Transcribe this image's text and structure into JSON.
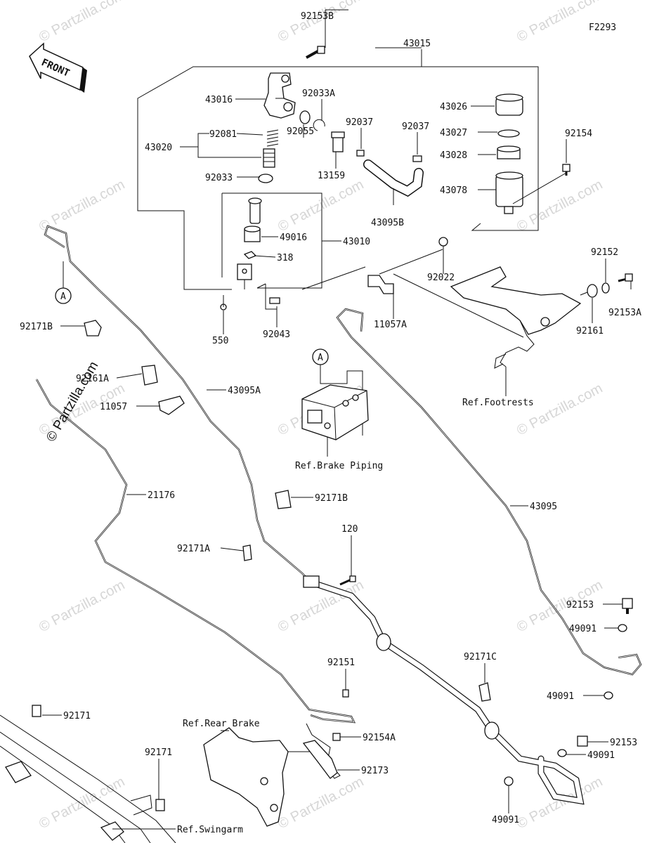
{
  "diagram": {
    "figure_code": "F2293",
    "front_label": "FRONT",
    "copyright": "© Partzilla.com",
    "watermark": "© Partzilla.com",
    "callout_a": "A",
    "labels": {
      "p92153B": "92153B",
      "p43015": "43015",
      "p43016": "43016",
      "p92033A": "92033A",
      "p43026": "43026",
      "p92037a": "92037",
      "p92037b": "92037",
      "p43027": "43027",
      "p43020": "43020",
      "p92081": "92081",
      "p92055": "92055",
      "p43028": "43028",
      "p92154": "92154",
      "p92033": "92033",
      "p13159": "13159",
      "p43078": "43078",
      "p43095B": "43095B",
      "p49016": "49016",
      "p43010": "43010",
      "p318": "318",
      "p92152": "92152",
      "p92022": "92022",
      "p92153A": "92153A",
      "p92161": "92161",
      "p11057A": "11057A",
      "p550": "550",
      "p92043": "92043",
      "p92171B_a": "92171B",
      "p92161A": "92161A",
      "p43095A": "43095A",
      "p11057": "11057",
      "ref_footrests": "Ref.Footrests",
      "ref_brake_piping": "Ref.Brake Piping",
      "p21176": "21176",
      "p92171B_b": "92171B",
      "p43095": "43095",
      "p120": "120",
      "p92171A": "92171A",
      "p92153_a": "92153",
      "p49091_a": "49091",
      "p92151": "92151",
      "p92171C": "92171C",
      "p49091_b": "49091",
      "p92171_a": "92171",
      "ref_rear_brake": "Ref.Rear Brake",
      "p92154A": "92154A",
      "p92153_b": "92153",
      "p49091_c": "49091",
      "p92171_b": "92171",
      "p92173": "92173",
      "p49091_d": "49091",
      "ref_swingarm": "Ref.Swingarm"
    }
  }
}
